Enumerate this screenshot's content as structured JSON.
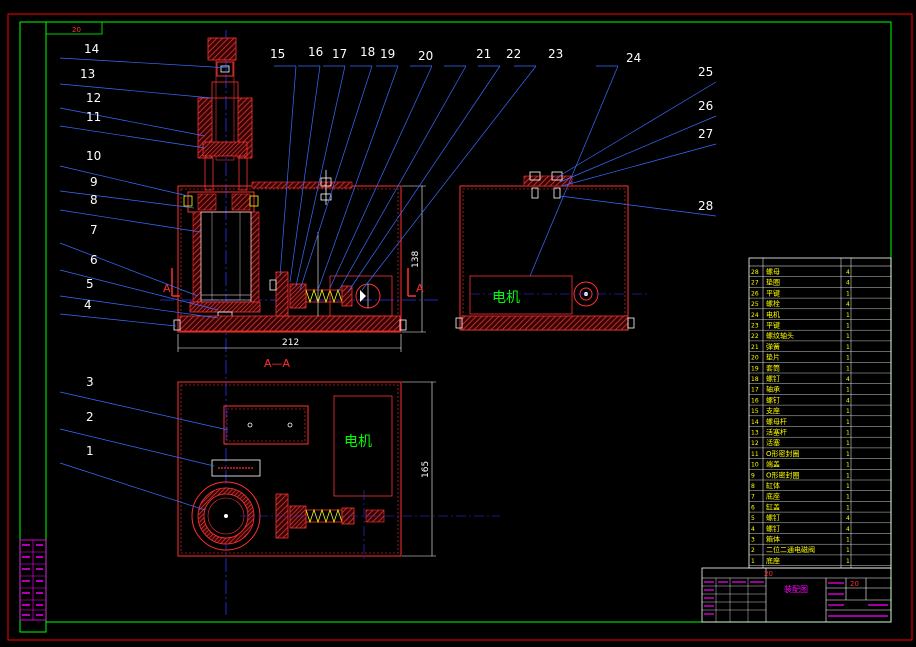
{
  "frame": {
    "corner_label": "20"
  },
  "section_labels": {
    "a_left": "A",
    "a_right": "A",
    "section_title": "A—A"
  },
  "dimensions": {
    "width_212": "212",
    "height_138": "138",
    "height_165": "165"
  },
  "leader_numbers_left": [
    "14",
    "13",
    "12",
    "11",
    "10",
    "9",
    "8",
    "7",
    "6",
    "5",
    "4",
    "3",
    "2",
    "1"
  ],
  "leader_numbers_top": [
    "15",
    "16",
    "17",
    "18",
    "19",
    "20",
    "21",
    "22",
    "23",
    "24"
  ],
  "leader_numbers_right": [
    "25",
    "26",
    "27",
    "28"
  ],
  "components": {
    "motor_side": "电机",
    "motor_plan": "电机"
  },
  "parts_list": [
    {
      "no": "28",
      "name": "螺母",
      "qty": "4"
    },
    {
      "no": "27",
      "name": "垫圈",
      "qty": "4"
    },
    {
      "no": "26",
      "name": "平键",
      "qty": "1"
    },
    {
      "no": "25",
      "name": "螺栓",
      "qty": "4"
    },
    {
      "no": "24",
      "name": "电机",
      "qty": "1"
    },
    {
      "no": "23",
      "name": "平键",
      "qty": "1"
    },
    {
      "no": "22",
      "name": "螺纹轴头",
      "qty": "1"
    },
    {
      "no": "21",
      "name": "弹簧",
      "qty": "1"
    },
    {
      "no": "20",
      "name": "垫片",
      "qty": "1"
    },
    {
      "no": "19",
      "name": "套筒",
      "qty": "1"
    },
    {
      "no": "18",
      "name": "螺钉",
      "qty": "4"
    },
    {
      "no": "17",
      "name": "轴承",
      "qty": "1"
    },
    {
      "no": "16",
      "name": "螺钉",
      "qty": "4"
    },
    {
      "no": "15",
      "name": "支座",
      "qty": "1"
    },
    {
      "no": "14",
      "name": "螺母杆",
      "qty": "1"
    },
    {
      "no": "13",
      "name": "活塞杆",
      "qty": "1"
    },
    {
      "no": "12",
      "name": "活塞",
      "qty": "1"
    },
    {
      "no": "11",
      "name": "O形密封圈",
      "qty": "1"
    },
    {
      "no": "10",
      "name": "端盖",
      "qty": "1"
    },
    {
      "no": "9",
      "name": "O形密封圈",
      "qty": "1"
    },
    {
      "no": "8",
      "name": "缸体",
      "qty": "1"
    },
    {
      "no": "7",
      "name": "底座",
      "qty": "1"
    },
    {
      "no": "6",
      "name": "缸盖",
      "qty": "1"
    },
    {
      "no": "5",
      "name": "螺钉",
      "qty": "4"
    },
    {
      "no": "4",
      "name": "螺钉",
      "qty": "4"
    },
    {
      "no": "3",
      "name": "箱体",
      "qty": "1"
    },
    {
      "no": "2",
      "name": "二位二通电磁阀",
      "qty": "1"
    },
    {
      "no": "1",
      "name": "底座",
      "qty": "1"
    }
  ],
  "title_block": {
    "label_20": "20",
    "label_20b": "20",
    "drawing_name": "装配图"
  },
  "colors": {
    "background": "#000000",
    "frame_green": "#00ff00",
    "outline_red": "#ff0000",
    "text_yellow": "#ffff00",
    "center_blue": "#0000ff",
    "hatch_red": "#c04040",
    "magenta": "#ff00ff",
    "white": "#ffffff",
    "green_text": "#00ff00"
  }
}
